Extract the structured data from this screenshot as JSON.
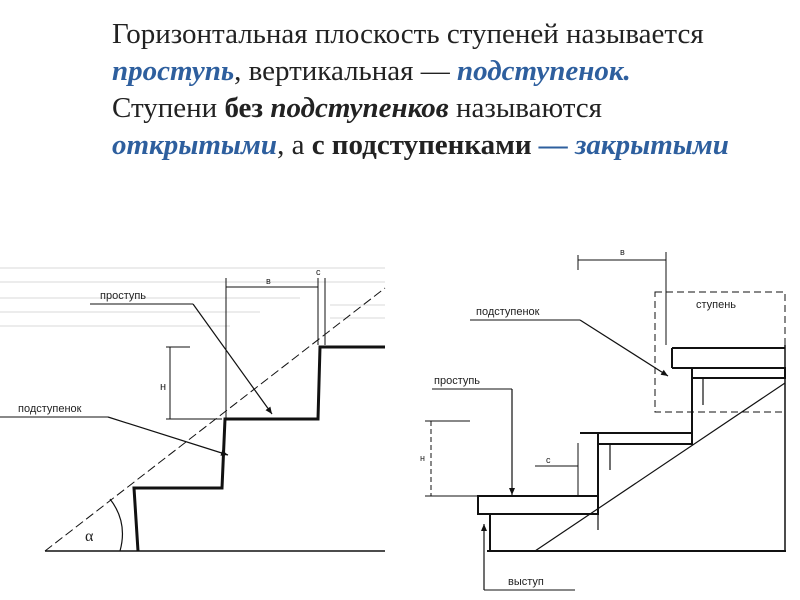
{
  "text": {
    "p1_a": "Горизонтальная плоскость ступеней называется ",
    "p1_term1": "проступь",
    "p1_b": ", вертикальная — ",
    "p1_term2": "подступенок.",
    "p2_a": "Ступени ",
    "p2_bold1": "без",
    "p2_space1": " ",
    "p2_bolditalic": "подступенков",
    "p2_b": " называются ",
    "p2_term1": "открытыми",
    "p2_c": ", а ",
    "p2_bold2": "с подступенками",
    "p2_d": " ",
    "p2_term2": "— закрытыми"
  },
  "left_diagram": {
    "label_prostup": "проступь",
    "label_podstupenok": "подступенок",
    "label_b": "в",
    "label_c": "с",
    "label_h": "н",
    "label_alpha": "α"
  },
  "right_diagram": {
    "label_b": "в",
    "label_stupen": "ступень",
    "label_podstupenok": "подступенок",
    "label_prostup": "проступь",
    "label_h": "н",
    "label_c": "с",
    "label_vystup": "выступ"
  },
  "colors": {
    "term": "#2e5f9e",
    "text": "#222222",
    "line": "#111111"
  }
}
